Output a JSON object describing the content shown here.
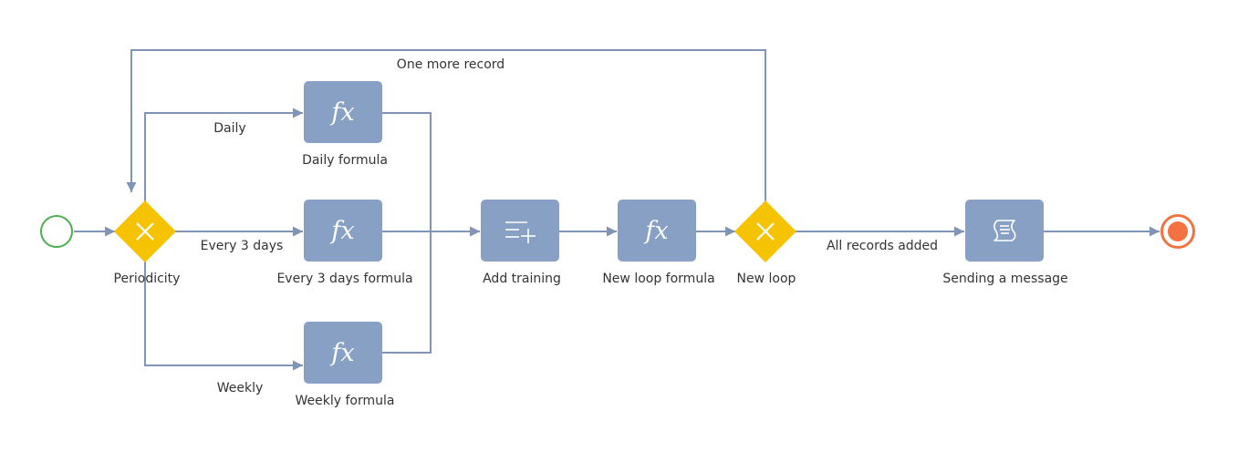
{
  "diagram": {
    "colors": {
      "connector": "#7f94b6",
      "task_fill": "#87a0c4",
      "gateway_fill": "#f5c301",
      "start_event": "#4caf50",
      "end_event": "#f4723f"
    },
    "events": {
      "start": {
        "icon": "start-event-circle"
      },
      "end": {
        "icon": "end-event-circle"
      }
    },
    "gateways": {
      "periodicity": {
        "label": "Periodicity",
        "icon": "exclusive-gateway-x"
      },
      "new_loop": {
        "label": "New loop",
        "icon": "exclusive-gateway-x"
      }
    },
    "tasks": {
      "daily_formula": {
        "label": "Daily formula",
        "icon": "fx-icon",
        "icon_text": "fx"
      },
      "every3_formula": {
        "label": "Every 3 days formula",
        "icon": "fx-icon",
        "icon_text": "fx"
      },
      "weekly_formula": {
        "label": "Weekly formula",
        "icon": "fx-icon",
        "icon_text": "fx"
      },
      "add_training": {
        "label": "Add training",
        "icon": "add-record-icon"
      },
      "new_loop_formula": {
        "label": "New loop formula",
        "icon": "fx-icon",
        "icon_text": "fx"
      },
      "sending_message": {
        "label": "Sending a message",
        "icon": "script-scroll-icon"
      }
    },
    "flow_labels": {
      "daily": "Daily",
      "every3": "Every 3 days",
      "weekly": "Weekly",
      "one_more": "One more record",
      "all_added": "All records added"
    }
  }
}
